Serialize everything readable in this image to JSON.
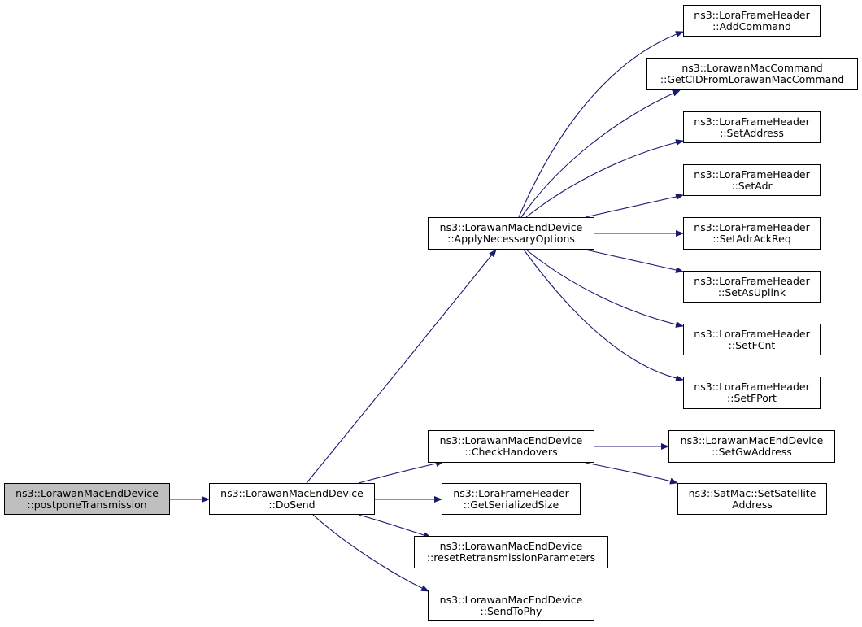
{
  "colors": {
    "edge": "#191970",
    "node_border": "#000000",
    "root_fill": "#bfbfbf",
    "node_fill": "#ffffff"
  },
  "nodes": {
    "postpone": {
      "line1": "ns3::LorawanMacEndDevice",
      "line2": "::postponeTransmission"
    },
    "dosend": {
      "line1": "ns3::LorawanMacEndDevice",
      "line2": "::DoSend"
    },
    "applynecessary": {
      "line1": "ns3::LorawanMacEndDevice",
      "line2": "::ApplyNecessaryOptions"
    },
    "checkhandovers": {
      "line1": "ns3::LorawanMacEndDevice",
      "line2": "::CheckHandovers"
    },
    "serializedsize": {
      "line1": "ns3::LoraFrameHeader",
      "line2": "::GetSerializedSize"
    },
    "resetretrans": {
      "line1": "ns3::LorawanMacEndDevice",
      "line2": "::resetRetransmissionParameters"
    },
    "sendtophy": {
      "line1": "ns3::LorawanMacEndDevice",
      "line2": "::SendToPhy"
    },
    "addcommand": {
      "line1": "ns3::LoraFrameHeader",
      "line2": "::AddCommand"
    },
    "getcid": {
      "line1": "ns3::LorawanMacCommand",
      "line2": "::GetCIDFromLorawanMacCommand"
    },
    "setaddress": {
      "line1": "ns3::LoraFrameHeader",
      "line2": "::SetAddress"
    },
    "setadr": {
      "line1": "ns3::LoraFrameHeader",
      "line2": "::SetAdr"
    },
    "setadrackreq": {
      "line1": "ns3::LoraFrameHeader",
      "line2": "::SetAdrAckReq"
    },
    "setasuplink": {
      "line1": "ns3::LoraFrameHeader",
      "line2": "::SetAsUplink"
    },
    "setfcnt": {
      "line1": "ns3::LoraFrameHeader",
      "line2": "::SetFCnt"
    },
    "setfport": {
      "line1": "ns3::LoraFrameHeader",
      "line2": "::SetFPort"
    },
    "setgwaddress": {
      "line1": "ns3::LorawanMacEndDevice",
      "line2": "::SetGwAddress"
    },
    "setsatellite": {
      "line1": "ns3::SatMac::SetSatellite",
      "line2": "Address"
    }
  },
  "edges": [
    {
      "from": "postpone",
      "to": "dosend"
    },
    {
      "from": "dosend",
      "to": "applynecessary"
    },
    {
      "from": "dosend",
      "to": "checkhandovers"
    },
    {
      "from": "dosend",
      "to": "serializedsize"
    },
    {
      "from": "dosend",
      "to": "resetretrans"
    },
    {
      "from": "dosend",
      "to": "sendtophy"
    },
    {
      "from": "applynecessary",
      "to": "addcommand"
    },
    {
      "from": "applynecessary",
      "to": "getcid"
    },
    {
      "from": "applynecessary",
      "to": "setaddress"
    },
    {
      "from": "applynecessary",
      "to": "setadr"
    },
    {
      "from": "applynecessary",
      "to": "setadrackreq"
    },
    {
      "from": "applynecessary",
      "to": "setasuplink"
    },
    {
      "from": "applynecessary",
      "to": "setfcnt"
    },
    {
      "from": "applynecessary",
      "to": "setfport"
    },
    {
      "from": "checkhandovers",
      "to": "setgwaddress"
    },
    {
      "from": "checkhandovers",
      "to": "setsatellite"
    }
  ]
}
